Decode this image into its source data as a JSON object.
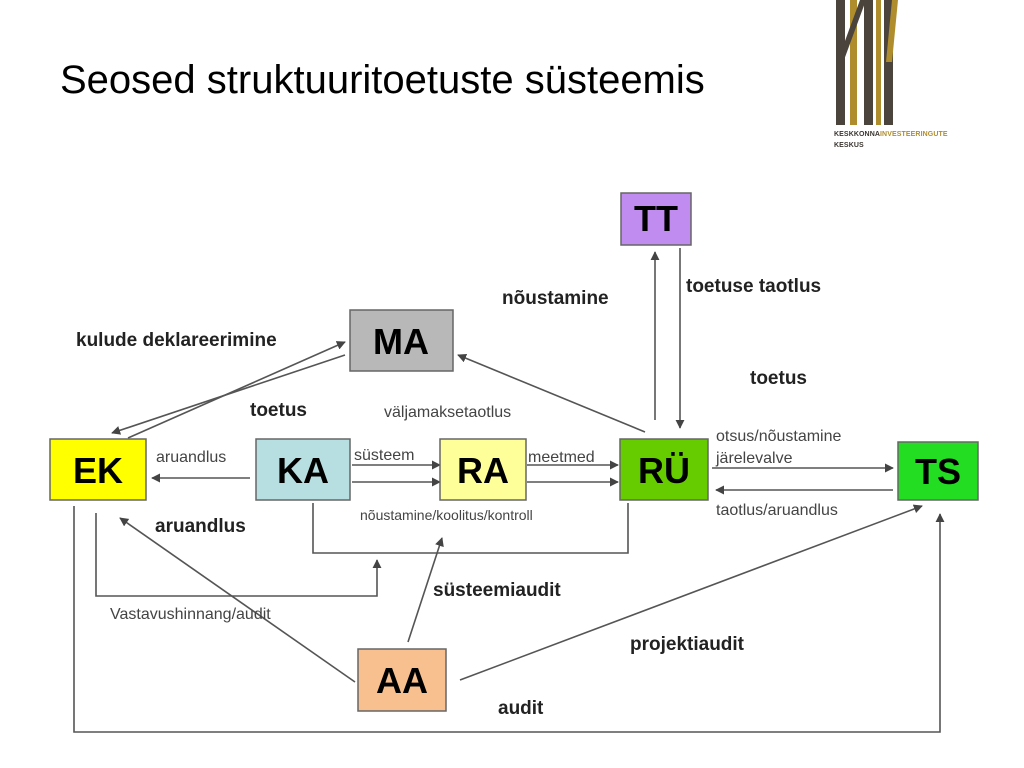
{
  "title": "Seosed struktuuritoetuste süsteemis",
  "logo": {
    "line1a": "KESKKONNA",
    "line1b": "INVESTEERINGUTE",
    "line2": "KESKUS",
    "colors": {
      "dark": "#4a443c",
      "gold": "#b08d2c"
    }
  },
  "nodes": {
    "tt": {
      "label": "TT",
      "color": "#c08cf0"
    },
    "ma": {
      "label": "MA",
      "color": "#b8b8b8"
    },
    "ek": {
      "label": "EK",
      "color": "#ffff00"
    },
    "ka": {
      "label": "KA",
      "color": "#b7dfe1"
    },
    "ra": {
      "label": "RA",
      "color": "#ffff99"
    },
    "ru": {
      "label": "RÜ",
      "color": "#66cc00"
    },
    "ts": {
      "label": "TS",
      "color": "#22dd22"
    },
    "aa": {
      "label": "AA",
      "color": "#f7c08e"
    }
  },
  "edges": {
    "noustamine": "nõustamine",
    "toetuse_taotlus": "toetuse taotlus",
    "kulude_deklareerimine": "kulude deklareerimine",
    "toetus_ma": "toetus",
    "toetus_ts": "toetus",
    "valjamaksetaotlus": "väljamaksetaotlus",
    "aruandlus_ka": "aruandlus",
    "susteem": "süsteem",
    "meetmed": "meetmed",
    "otsus_noustamine": "otsus/nõustamine",
    "jarelevalve": "järelevalve",
    "taotlus_aruandlus": "taotlus/aruandlus",
    "noustamine_koolitus": "nõustamine/koolitus/kontroll",
    "aruandlus_aa": "aruandlus",
    "susteemiaudit": "süsteemiaudit",
    "vastavushinnang": "Vastavushinnang/audit",
    "projektiaudit": "projektiaudit",
    "audit": "audit"
  }
}
